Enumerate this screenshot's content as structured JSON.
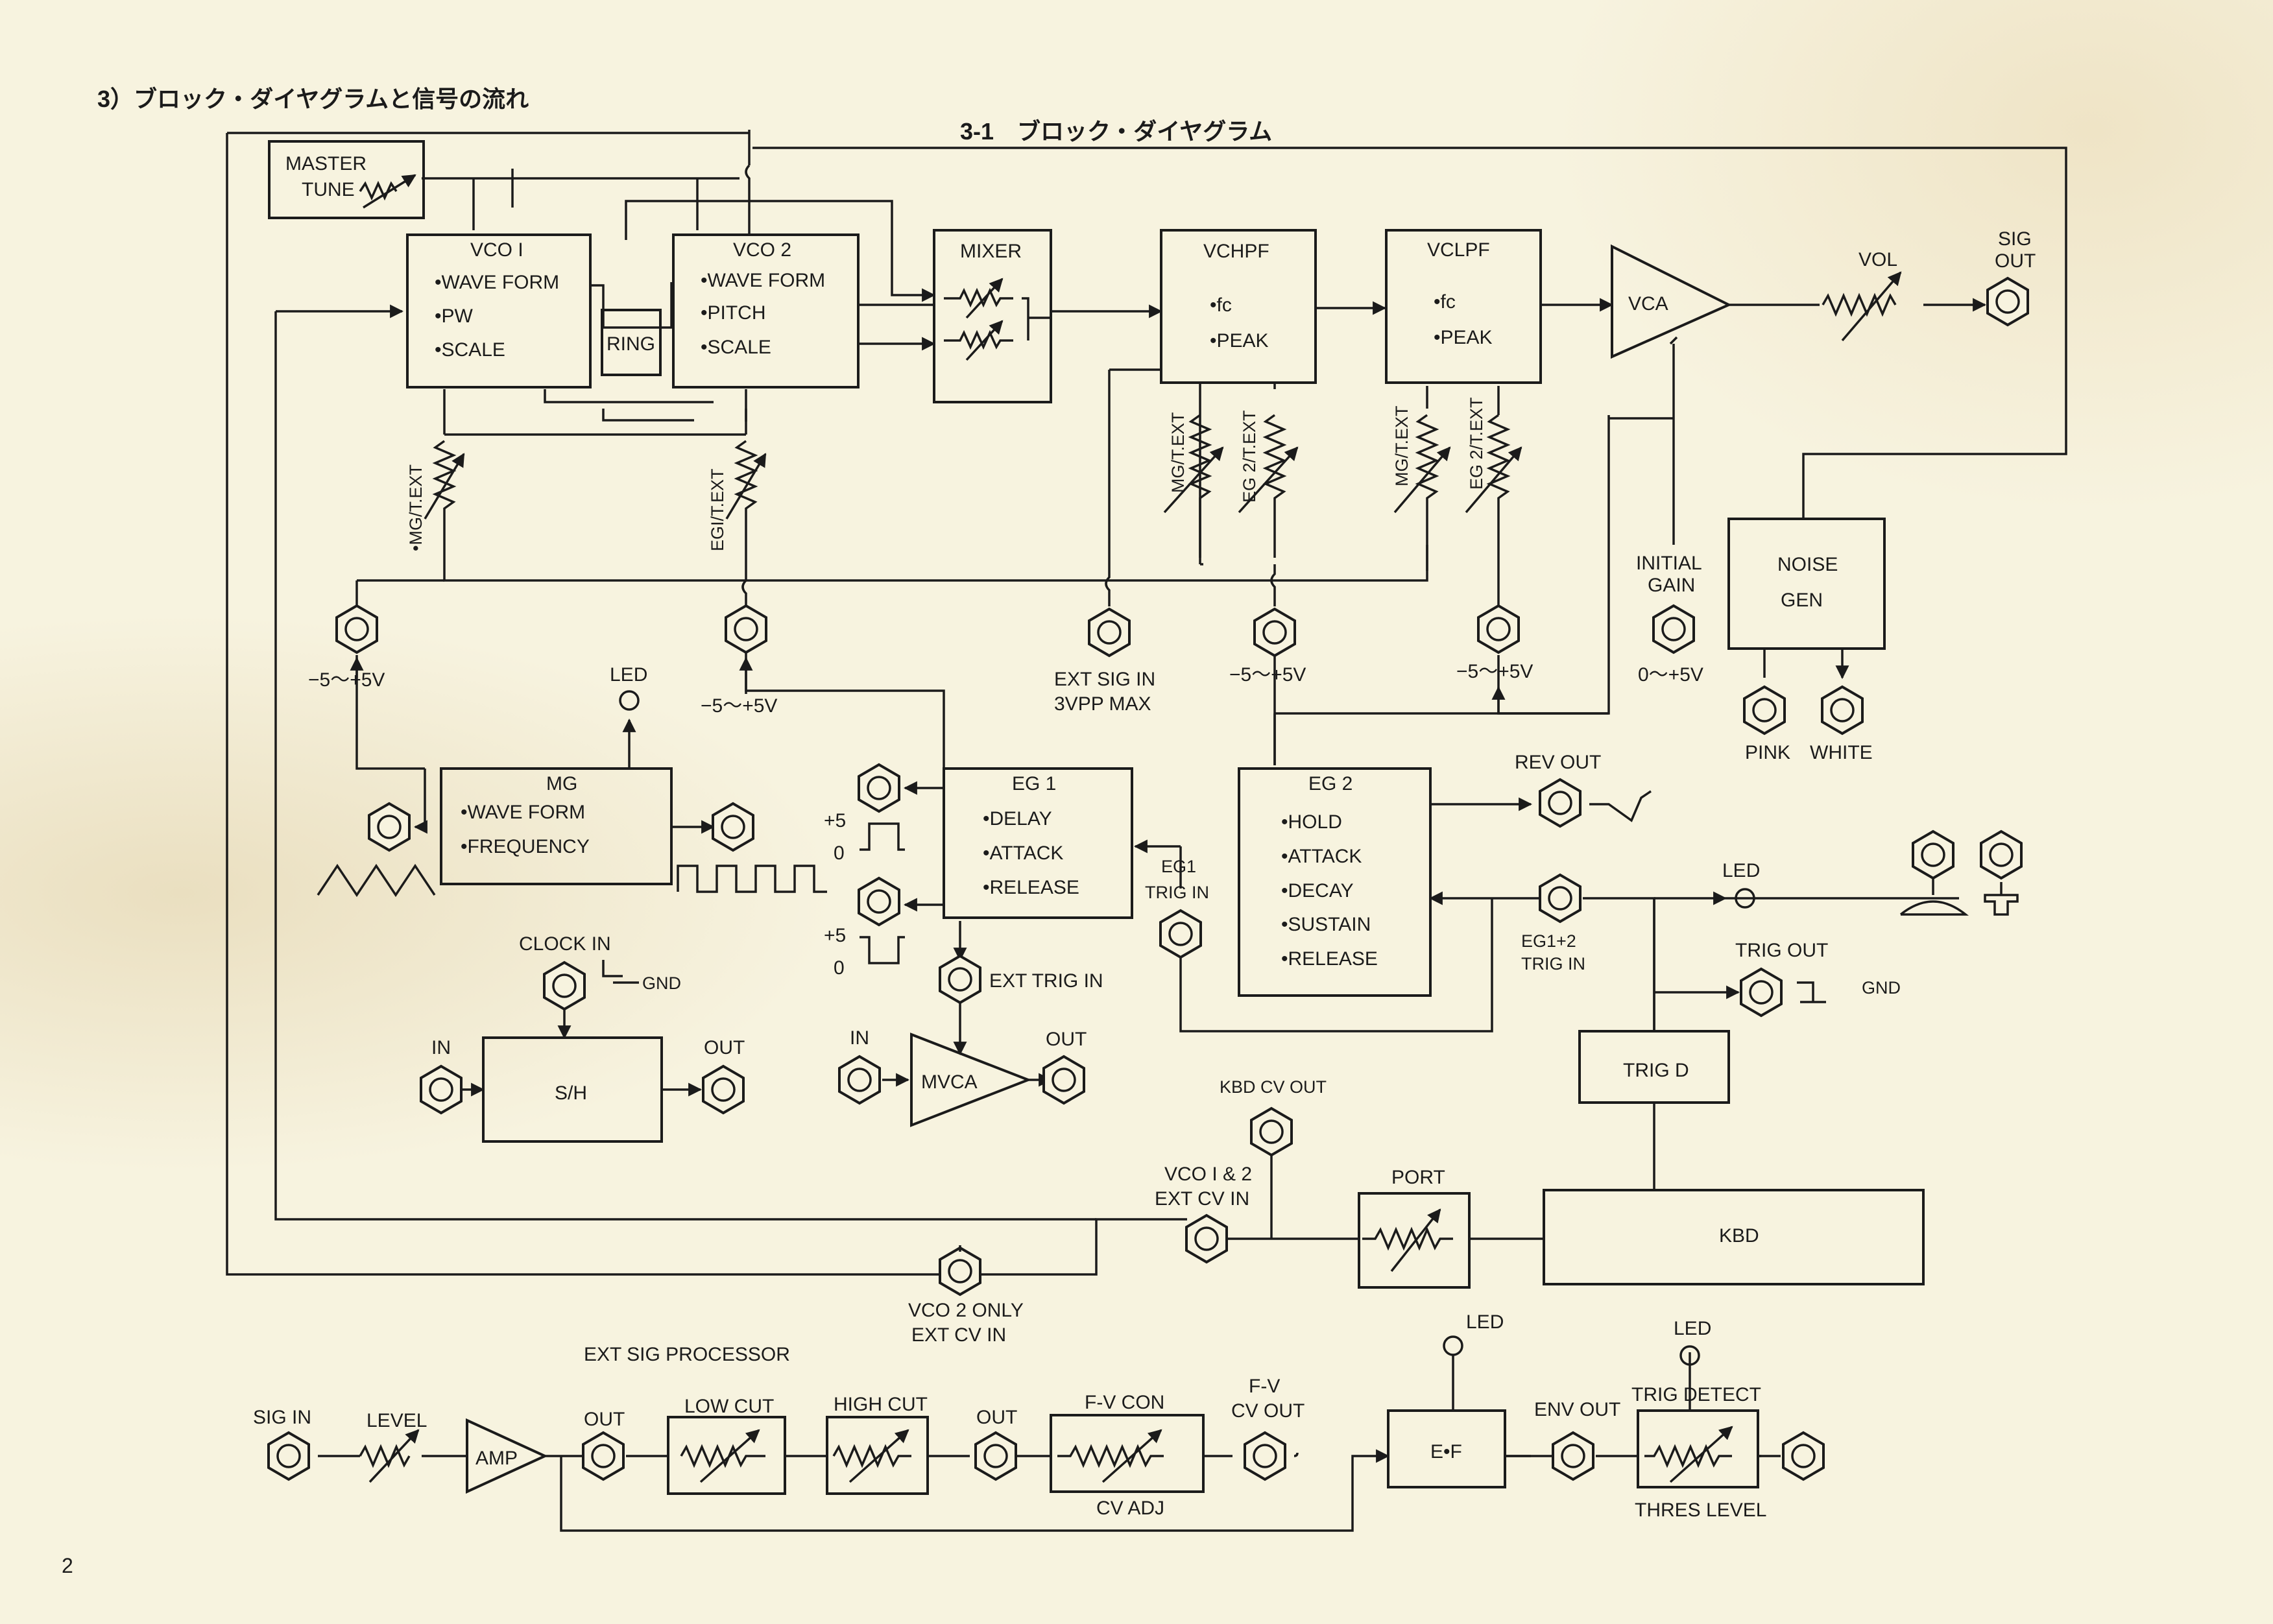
{
  "section_heading": "3）ブロック・ダイヤグラムと信号の流れ",
  "diagram_title": "3-1　ブロック・ダイヤグラム",
  "page_number": "2",
  "blocks": {
    "master_tune": [
      "MASTER",
      "TUNE"
    ],
    "vco1": {
      "title": "VCO I",
      "items": [
        "•WAVE FORM",
        "•PW",
        "•SCALE"
      ]
    },
    "vco2": {
      "title": "VCO 2",
      "items": [
        "•WAVE FORM",
        "•PITCH",
        "•SCALE"
      ]
    },
    "ring": "RING",
    "mixer": "MIXER",
    "vchpf": {
      "title": "VCHPF",
      "items": [
        "•fc",
        "•PEAK"
      ]
    },
    "vclpf": {
      "title": "VCLPF",
      "items": [
        "•fc",
        "•PEAK"
      ]
    },
    "vca": "VCA",
    "noise_gen": [
      "NOISE",
      "GEN"
    ],
    "mg": {
      "title": "MG",
      "items": [
        "•WAVE FORM",
        "•FREQUENCY"
      ]
    },
    "eg1": {
      "title": "EG 1",
      "items": [
        "•DELAY",
        "•ATTACK",
        "•RELEASE"
      ]
    },
    "eg2": {
      "title": "EG 2",
      "items": [
        "•HOLD",
        "•ATTACK",
        "•DECAY",
        "•SUSTAIN",
        "•RELEASE"
      ]
    },
    "sh": "S/H",
    "mvca": "MVCA",
    "trig_d": "TRIG D",
    "port": "PORT",
    "kbd": "KBD",
    "amp": "AMP",
    "low_cut": "LOW CUT",
    "high_cut": "HIGH CUT",
    "fv_con": "F-V CON",
    "ef": "E•F",
    "trig_detect": "TRIG DETECT"
  },
  "labels": {
    "vol": "VOL",
    "sig_out": [
      "SIG",
      "OUT"
    ],
    "mg_text_vco": "•MG/T.EXT",
    "eg1_text_vco": "EGI/T.EXT",
    "mg_text_hpf": "MG/T.EXT",
    "eg2_text_hpf": "EG 2/T.EXT",
    "mg_text_lpf": "MG/T.EXT",
    "eg2_text_lpf": "EG 2/T.EXT",
    "range_left": "−5〜+5V",
    "range_mid": "−5〜+5V",
    "range_hpf": "−5〜+5V",
    "range_lpf": "−5〜+5V",
    "gain_range": "0〜+5V",
    "initial_gain": [
      "INITIAL",
      "GAIN"
    ],
    "ext_sig_in": [
      "EXT SIG IN",
      "3VPP MAX"
    ],
    "led_mg": "LED",
    "pink": "PINK",
    "white": "WHITE",
    "rev_out": "REV OUT",
    "led_trig": "LED",
    "eg12_trig_in": [
      "EG1+2",
      "TRIG IN"
    ],
    "eg1_trig_in": [
      "EG1",
      "TRIG  IN"
    ],
    "trig_out": "TRIG OUT",
    "gnd_trig": "GND",
    "plus5_a": "+5",
    "zero_a": "0",
    "plus5_b": "+5",
    "zero_b": "0",
    "ext_trig_in": "EXT TRIG IN",
    "clock_in": "CLOCK IN",
    "gnd_clock": "GND",
    "sh_in": "IN",
    "sh_out": "OUT",
    "mvca_in": "IN",
    "mvca_out": "OUT",
    "kbd_cv_out": "KBD CV OUT",
    "vco12_ext_cv": [
      "VCO I & 2",
      "EXT CV IN"
    ],
    "vco2_ext_cv": [
      "VCO 2 ONLY",
      "EXT CV IN"
    ],
    "ext_sig_processor": "EXT SIG PROCESSOR",
    "sig_in": "SIG IN",
    "level": "LEVEL",
    "amp_out": "OUT",
    "filter_out": "OUT",
    "fv_cv_out": [
      "F-V",
      "CV OUT"
    ],
    "cv_adj": "CV ADJ",
    "led_ef": "LED",
    "led_detect": "LED",
    "env_out": "ENV OUT",
    "thres_level": "THRES LEVEL"
  }
}
